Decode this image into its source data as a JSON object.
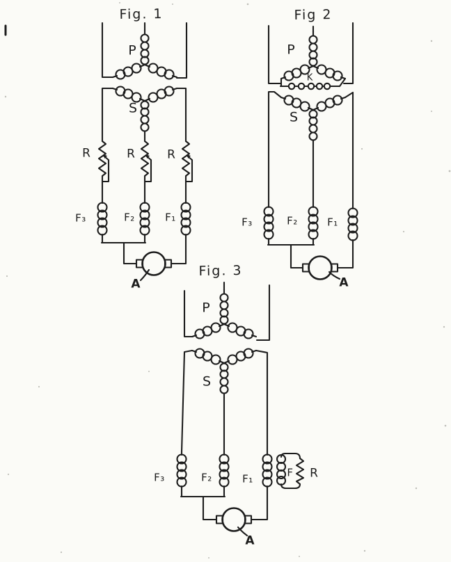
{
  "colors": {
    "paper": "#fbfbf7",
    "ink": "#1c1c1c"
  },
  "figures": [
    {
      "title": "Fig. 1",
      "labels": {
        "primary": "P",
        "secondary": "S",
        "rheostats": [
          "R",
          "R",
          "R"
        ],
        "fields": [
          "F₃",
          "F₂",
          "F₁"
        ],
        "armature": "A"
      }
    },
    {
      "title": "Fig 2",
      "labels": {
        "primary": "P",
        "switch": "K",
        "secondary": "S",
        "fields": [
          "F₃",
          "F₂",
          "F₁"
        ],
        "armature": "A"
      }
    },
    {
      "title": "Fig. 3",
      "labels": {
        "primary": "P",
        "secondary": "S",
        "fields": [
          "F₃",
          "F₂",
          "F₁"
        ],
        "aux_field": "F",
        "aux_resistor": "R",
        "armature": "A"
      }
    }
  ]
}
